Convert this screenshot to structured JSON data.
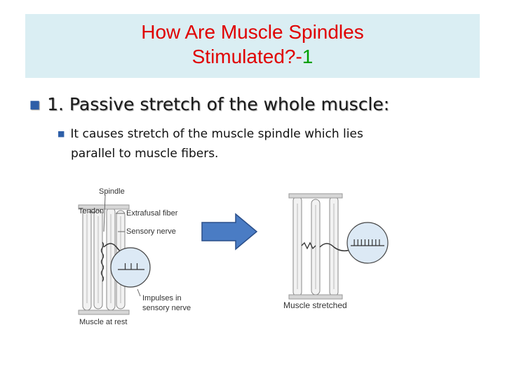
{
  "title": {
    "line1": "How Are Muscle Spindles",
    "line2_main": "Stimulated?-",
    "line2_num": "1"
  },
  "bullets": [
    {
      "text": "1. Passive stretch of the whole muscle:"
    },
    {
      "line1": "It causes stretch of the muscle spindle which lies",
      "line2": "parallel to muscle fibers."
    }
  ],
  "figure_left": {
    "labels": {
      "spindle": "Spindle",
      "tendon": "Tendon",
      "extrafusal": "Extrafusal fiber",
      "sensory": "Sensory nerve",
      "impulses1": "Impulses in",
      "impulses2": "sensory nerve",
      "caption": "Muscle at rest"
    },
    "spike_count": 3
  },
  "figure_right": {
    "labels": {
      "caption": "Muscle stretched"
    },
    "spike_count": 8
  },
  "colors": {
    "title_bg": "#daeef3",
    "title_text": "#e00000",
    "title_num": "#00a000",
    "arrow": "#4a7cc4",
    "bullet": "#2e5fa8"
  }
}
